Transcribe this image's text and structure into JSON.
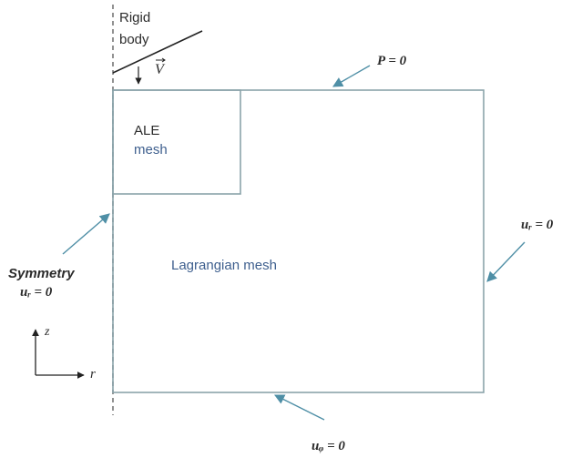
{
  "labels": {
    "rigid_line1": "Rigid",
    "rigid_line2": "body",
    "velocity": "V",
    "pressure_bc": "P = 0",
    "ale_line1": "ALE",
    "ale_line2": "mesh",
    "lagrangian": "Lagrangian  mesh",
    "right_bc": "uᵣ = 0",
    "symmetry": "Symmetry",
    "left_bc": "uᵣ = 0",
    "bottom_bc": "uᵩ = 0",
    "axis_z": "z",
    "axis_r": "r"
  },
  "colors": {
    "mesh_line": "#8aa3aa",
    "arrow": "#4f8fa6",
    "dark_line": "#222222",
    "blue_text": "#3e5f8e",
    "dark_text": "#2b2b2b"
  }
}
